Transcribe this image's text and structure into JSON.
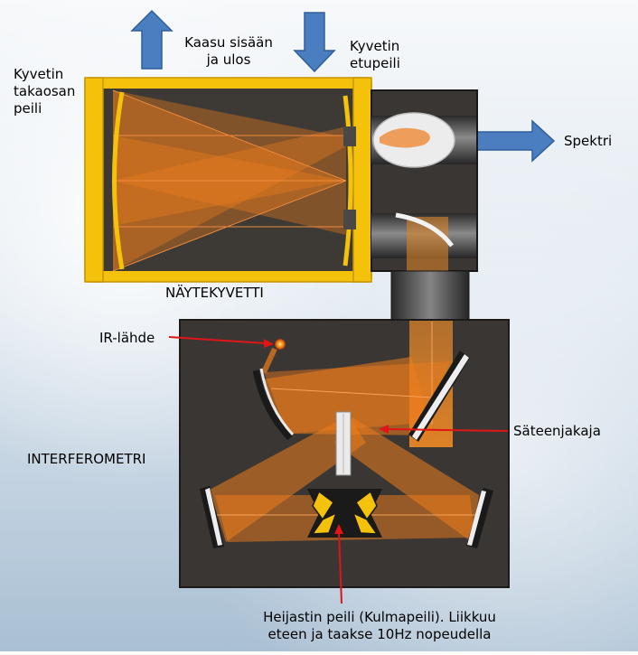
{
  "labels": {
    "gas_in_out": [
      "Kaasu sisään",
      "ja ulos"
    ],
    "front_mirror": [
      "Kyvetin",
      "etupeili"
    ],
    "back_mirror": [
      "Kyvetin",
      "takaosan",
      "peili"
    ],
    "spectrum": "Spektri",
    "sample_cell": "NÄYTEKYVETTI",
    "ir_source": "IR-lähde",
    "beamsplitter": "Säteenjakaja",
    "interferometer": "INTERFEROMETRI",
    "corner_mirror": [
      "Heijastin peili (Kulmapeili). Liikkuu",
      "eteen ja taakse 10Hz nopeudella"
    ]
  },
  "colors": {
    "background_top": "#f7f9fb",
    "background_bottom": "#a9bfd3",
    "housing": "#3a3633",
    "cell_frame": "#f5c20b",
    "beam": "#ef7d1c",
    "arrow_blue": "#4a7ec0",
    "pointer_red": "#e01515"
  }
}
